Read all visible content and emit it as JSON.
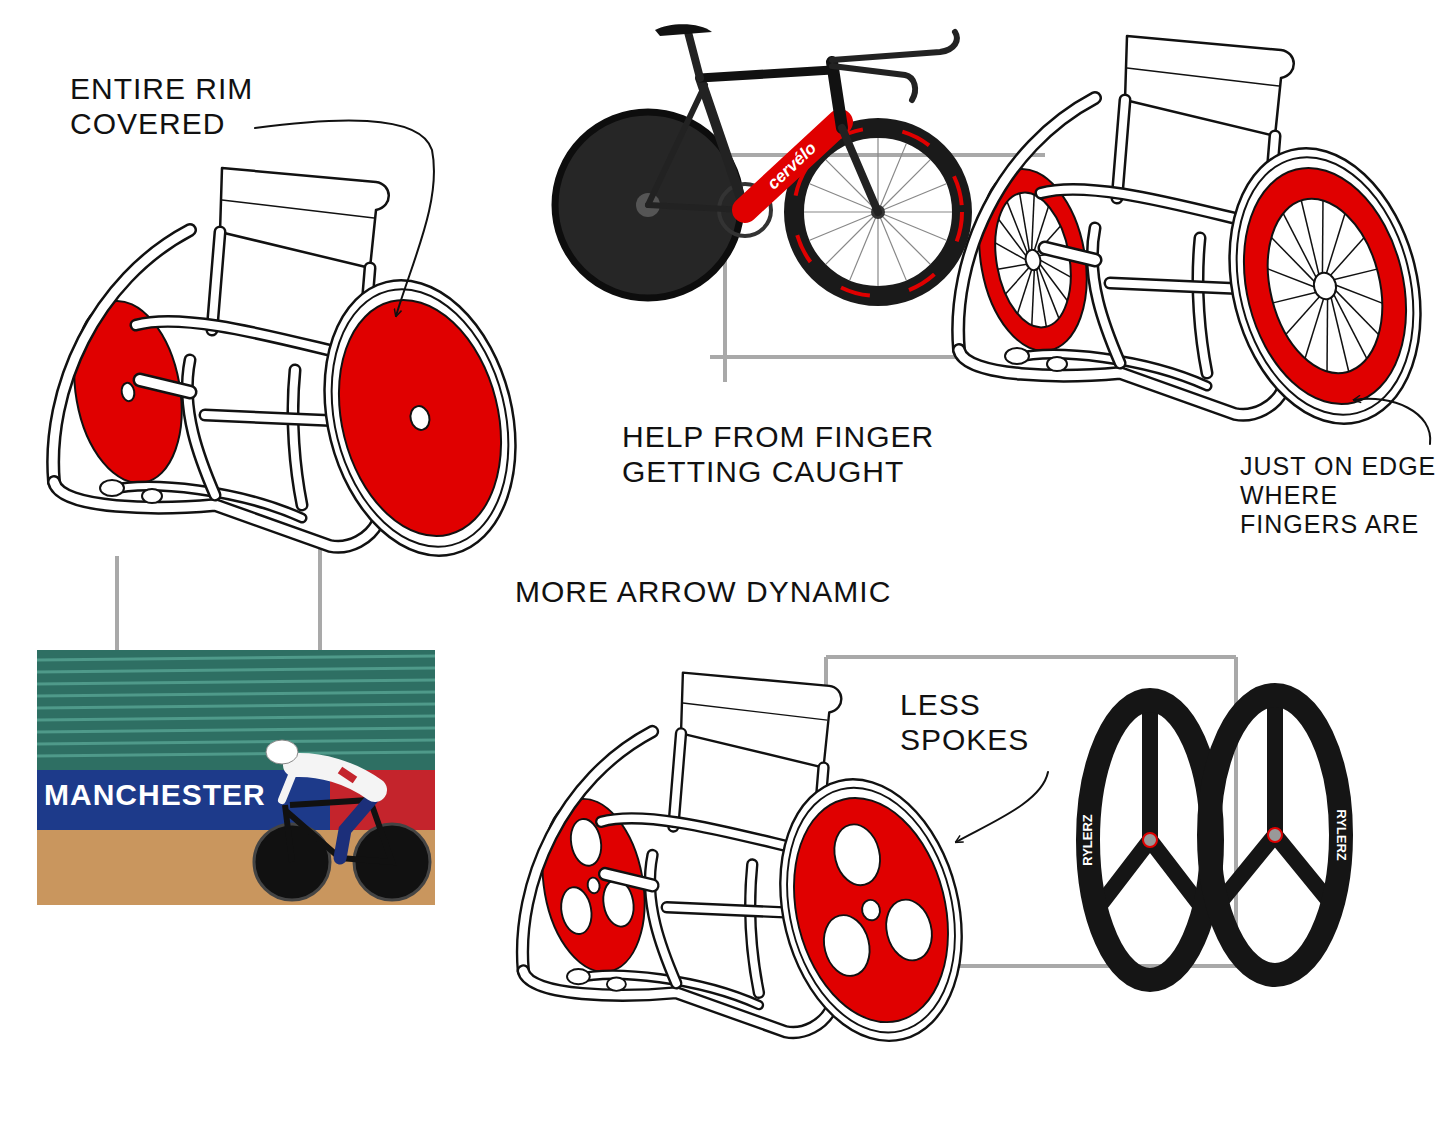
{
  "diagram": {
    "labels": [
      "ENTIRE RIM COVERED",
      "cervélo",
      "HELP FROM FINGER GETTING CAUGHT",
      "JUST ON EDGE WHERE FINGERS ARE",
      "MORE ARROW DYNAMIC",
      "LESS SPOKES",
      "MANCHESTER",
      "RYLERZ",
      "RYLERZ"
    ]
  }
}
